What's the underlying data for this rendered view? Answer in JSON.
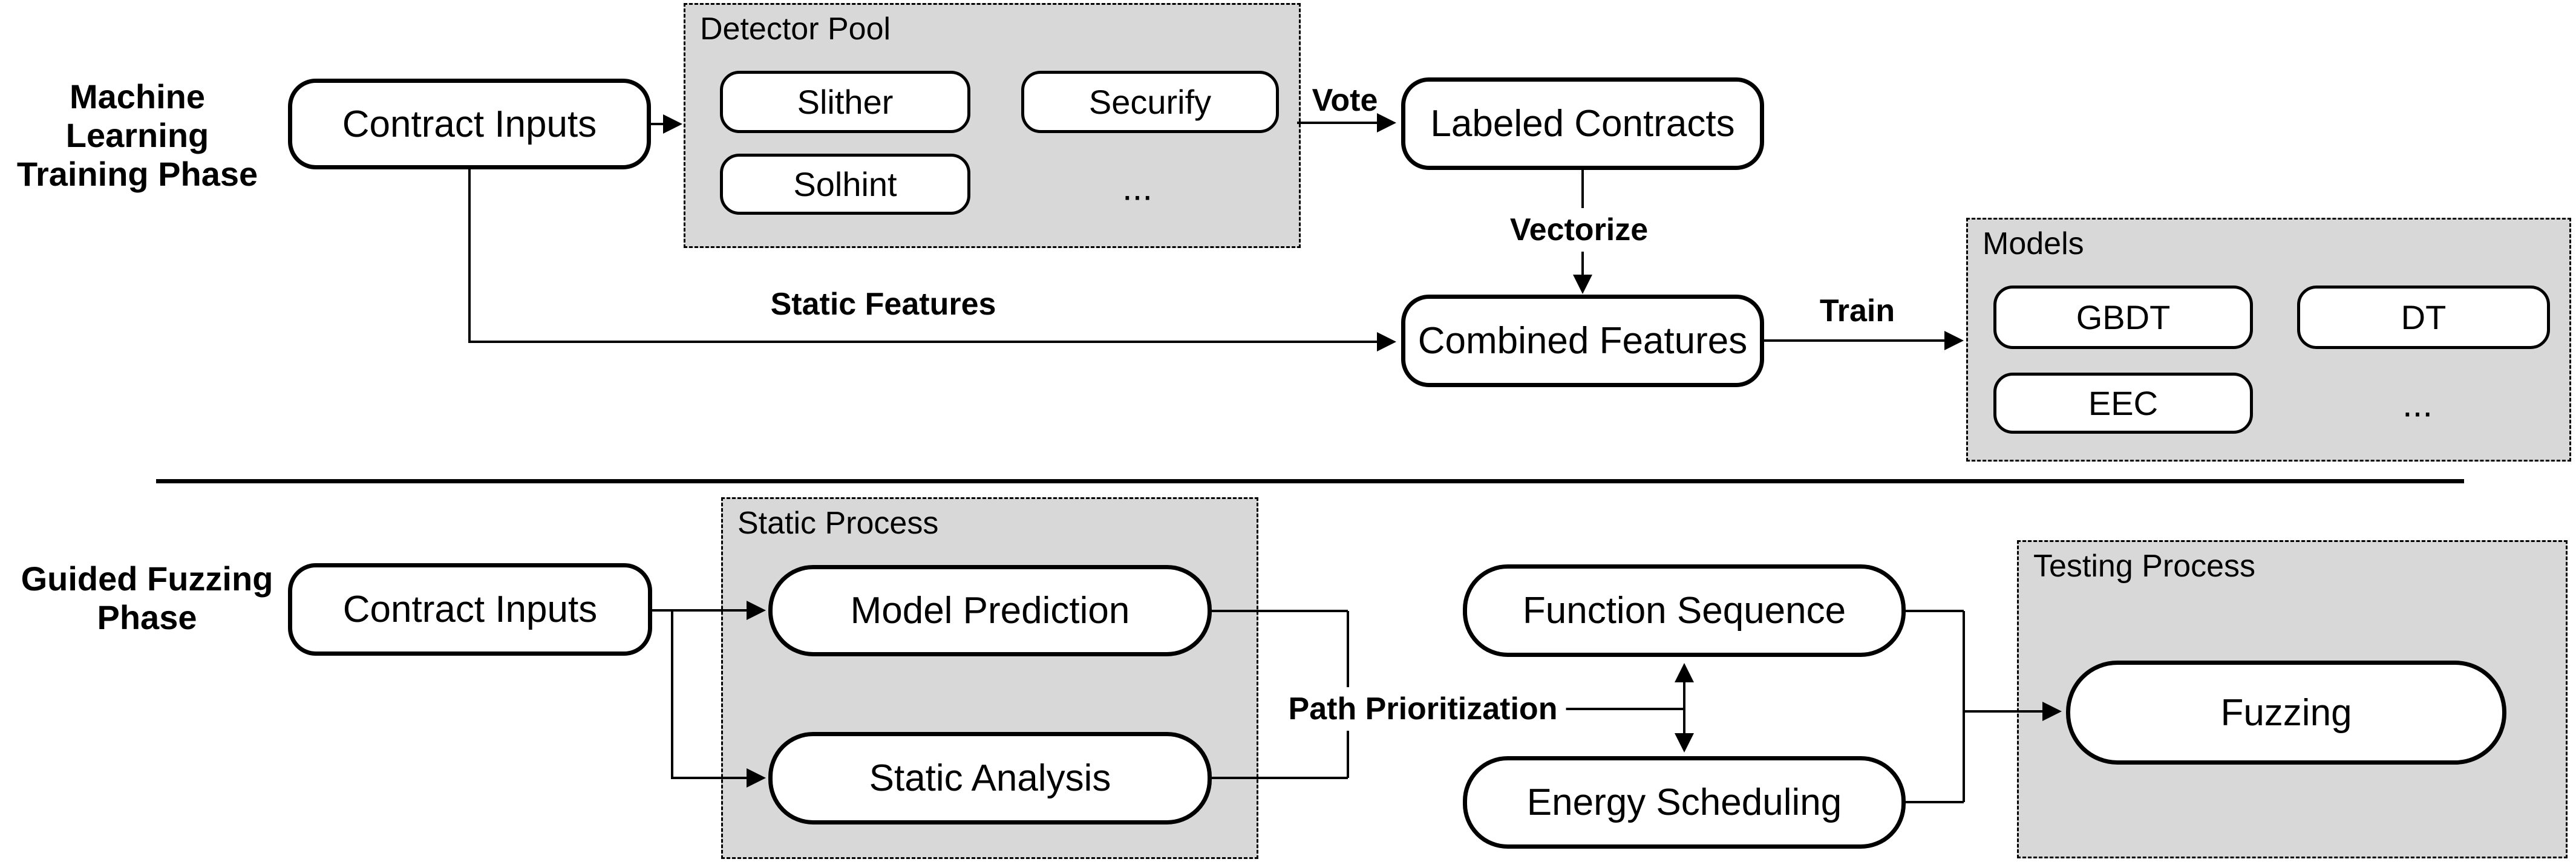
{
  "phase_labels": {
    "training": {
      "line1": "Machine Learning",
      "line2": "Training Phase"
    },
    "fuzzing": {
      "line1": "Guided Fuzzing",
      "line2": "Phase"
    }
  },
  "groups": {
    "detector_pool": {
      "title": "Detector Pool",
      "ellipsis": "..."
    },
    "models": {
      "title": "Models",
      "ellipsis": "..."
    },
    "static_process": {
      "title": "Static Process"
    },
    "testing_process": {
      "title": "Testing Process"
    }
  },
  "nodes": {
    "contract_inputs_top": "Contract Inputs",
    "slither": "Slither",
    "securify": "Securify",
    "solhint": "Solhint",
    "labeled_contracts": "Labeled Contracts",
    "combined_features": "Combined Features",
    "gbdt": "GBDT",
    "dt": "DT",
    "eec": "EEC",
    "contract_inputs_bottom": "Contract Inputs",
    "model_prediction": "Model Prediction",
    "static_analysis": "Static Analysis",
    "function_sequence": "Function Sequence",
    "energy_scheduling": "Energy Scheduling",
    "fuzzing": "Fuzzing"
  },
  "edge_labels": {
    "vote": "Vote",
    "vectorize": "Vectorize",
    "static_features": "Static Features",
    "train": "Train",
    "path_prioritization": "Path Prioritization"
  },
  "colors": {
    "group_fill": "#d8d8d8",
    "node_fill": "#ffffff",
    "line": "#000000",
    "background": "#ffffff"
  }
}
